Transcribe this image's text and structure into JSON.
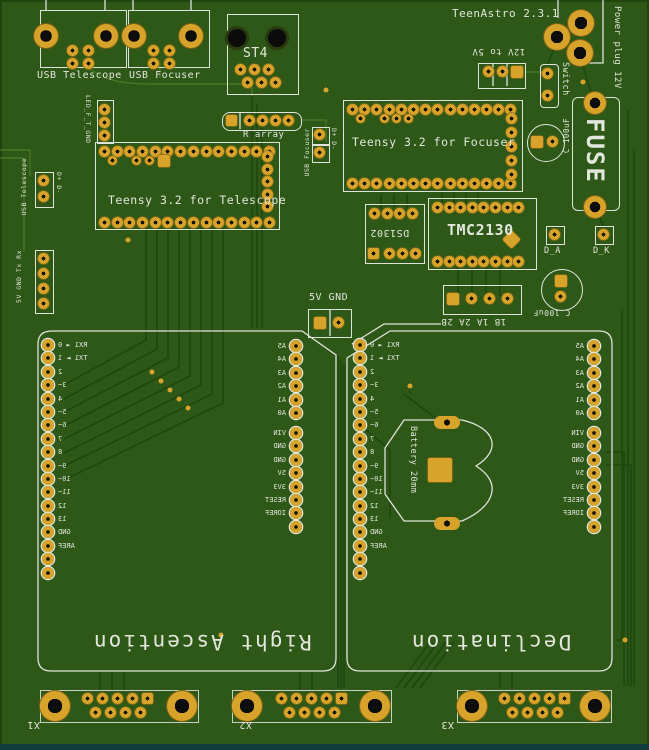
{
  "board": {
    "title": "TeenAstro 2.3.1"
  },
  "top_left": {
    "usb_telescope": "USB Telescope",
    "usb_focuser": "USB Focuser",
    "st4": "ST4",
    "r_array": "R array",
    "led_header": "LED_F_T_GND"
  },
  "left_edge": {
    "usb_telescope_aux": "USB Telescope",
    "data_pins": "D+ D-",
    "serial_pins": "5V GND Tx Rx"
  },
  "mid": {
    "usb_focuser_aux": "USB Focuser",
    "data_pins": "D+ D-",
    "teensy_telescope": "Teensy 3.2 for Telescope",
    "teensy_focuser": "Teensy 3.2 for Focuser",
    "ds1302": "DS1302",
    "tmc2130": "TMC2130",
    "d_a": "D_A",
    "d_k": "D_K",
    "power_header": "5V GND",
    "motor_header": "1B 1A 2A 2B",
    "battery": "Battery 20mm"
  },
  "top_right": {
    "power_plug": "Power plug 12V",
    "regulator": "12V to 5V",
    "switch": "Switch",
    "fuse": "FUSE",
    "cap_top": "C 100uF",
    "cap_bottom": "C 100uF"
  },
  "headers": {
    "digital": [
      "RX1 ◄ 0",
      "TX1 ► 1",
      "2",
      "3~",
      "4",
      "5~",
      "6~",
      "7",
      "8",
      "9~",
      "10~",
      "11~",
      "12",
      "13",
      "GND",
      "AREF",
      "",
      ""
    ],
    "analog": [
      "A5",
      "A4",
      "A3",
      "A2",
      "A1",
      "A0"
    ],
    "power": [
      "VIN",
      "GND",
      "GND",
      "5V",
      "3V3",
      "RESET",
      "IOREF",
      ""
    ]
  },
  "sections": {
    "ra": "Right Ascention",
    "dec": "Declination"
  },
  "connectors": [
    "X1",
    "X2",
    "X3"
  ],
  "colors": {
    "board": "#2d5817",
    "pad_gold": "#d7a32a",
    "silk": "#e3e6dc",
    "trace_dark": "#1e470f",
    "trace_light": "#4c7b2a",
    "edge_strip": "#123d3d"
  }
}
